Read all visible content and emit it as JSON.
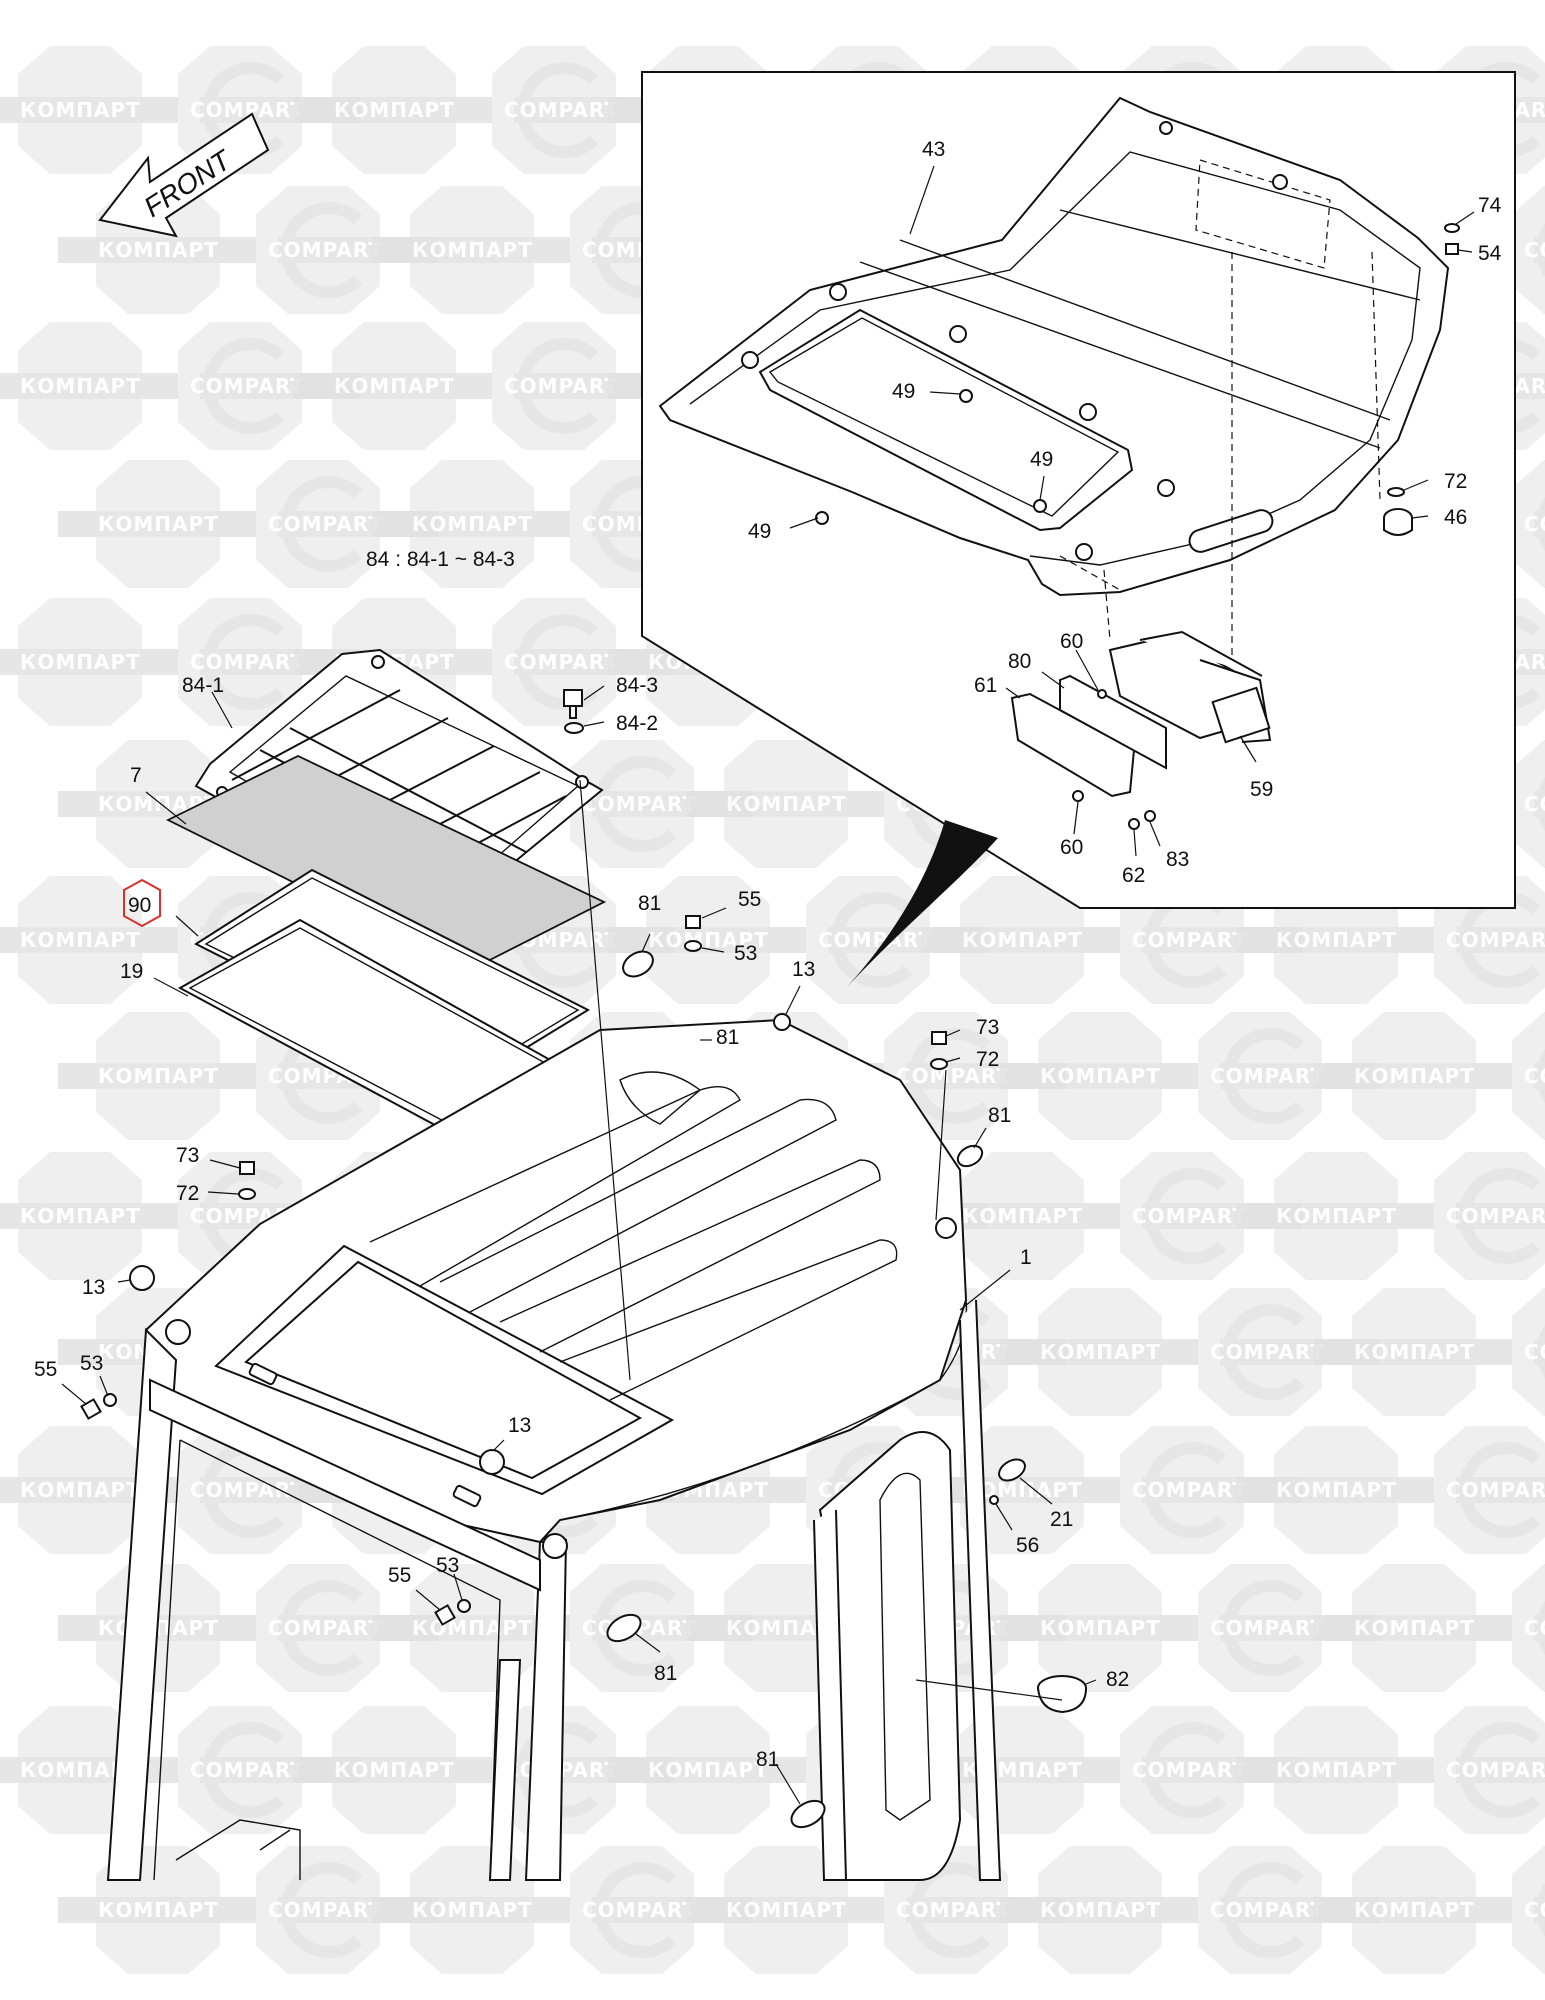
{
  "direction_arrow": {
    "label": "FRONT"
  },
  "note": "84 : 84-1 ~ 84-3",
  "watermark": {
    "text_ru": "КОМПАРТ",
    "text_en": "COMPART"
  },
  "highlighted_callout": "90",
  "colors": {
    "line": "#111111",
    "highlight": "#d9302c",
    "watermark": "#e4e4e4"
  },
  "callouts": [
    {
      "id": "c43",
      "text": "43"
    },
    {
      "id": "c74",
      "text": "74"
    },
    {
      "id": "c54",
      "text": "54"
    },
    {
      "id": "c49a",
      "text": "49"
    },
    {
      "id": "c49b",
      "text": "49"
    },
    {
      "id": "c49c",
      "text": "49"
    },
    {
      "id": "c72a",
      "text": "72"
    },
    {
      "id": "c46",
      "text": "46"
    },
    {
      "id": "c60a",
      "text": "60"
    },
    {
      "id": "c80",
      "text": "80"
    },
    {
      "id": "c61",
      "text": "61"
    },
    {
      "id": "c59",
      "text": "59"
    },
    {
      "id": "c60b",
      "text": "60"
    },
    {
      "id": "c83",
      "text": "83"
    },
    {
      "id": "c62",
      "text": "62"
    },
    {
      "id": "c84-1",
      "text": "84-1"
    },
    {
      "id": "c84-3",
      "text": "84-3"
    },
    {
      "id": "c84-2",
      "text": "84-2"
    },
    {
      "id": "c7",
      "text": "7"
    },
    {
      "id": "c90",
      "text": "90"
    },
    {
      "id": "c19",
      "text": "19"
    },
    {
      "id": "c81a",
      "text": "81"
    },
    {
      "id": "c55a",
      "text": "55"
    },
    {
      "id": "c53a",
      "text": "53"
    },
    {
      "id": "c13a",
      "text": "13"
    },
    {
      "id": "c81b",
      "text": "81"
    },
    {
      "id": "c73a",
      "text": "73"
    },
    {
      "id": "c72b",
      "text": "72"
    },
    {
      "id": "c81c",
      "text": "81"
    },
    {
      "id": "c73b",
      "text": "73"
    },
    {
      "id": "c72c",
      "text": "72"
    },
    {
      "id": "c1",
      "text": "1"
    },
    {
      "id": "c13b",
      "text": "13"
    },
    {
      "id": "c55b",
      "text": "55"
    },
    {
      "id": "c53b",
      "text": "53"
    },
    {
      "id": "c13c",
      "text": "13"
    },
    {
      "id": "c21",
      "text": "21"
    },
    {
      "id": "c56",
      "text": "56"
    },
    {
      "id": "c55c",
      "text": "55"
    },
    {
      "id": "c53c",
      "text": "53"
    },
    {
      "id": "c81d",
      "text": "81"
    },
    {
      "id": "c82",
      "text": "82"
    },
    {
      "id": "c81e",
      "text": "81"
    }
  ]
}
